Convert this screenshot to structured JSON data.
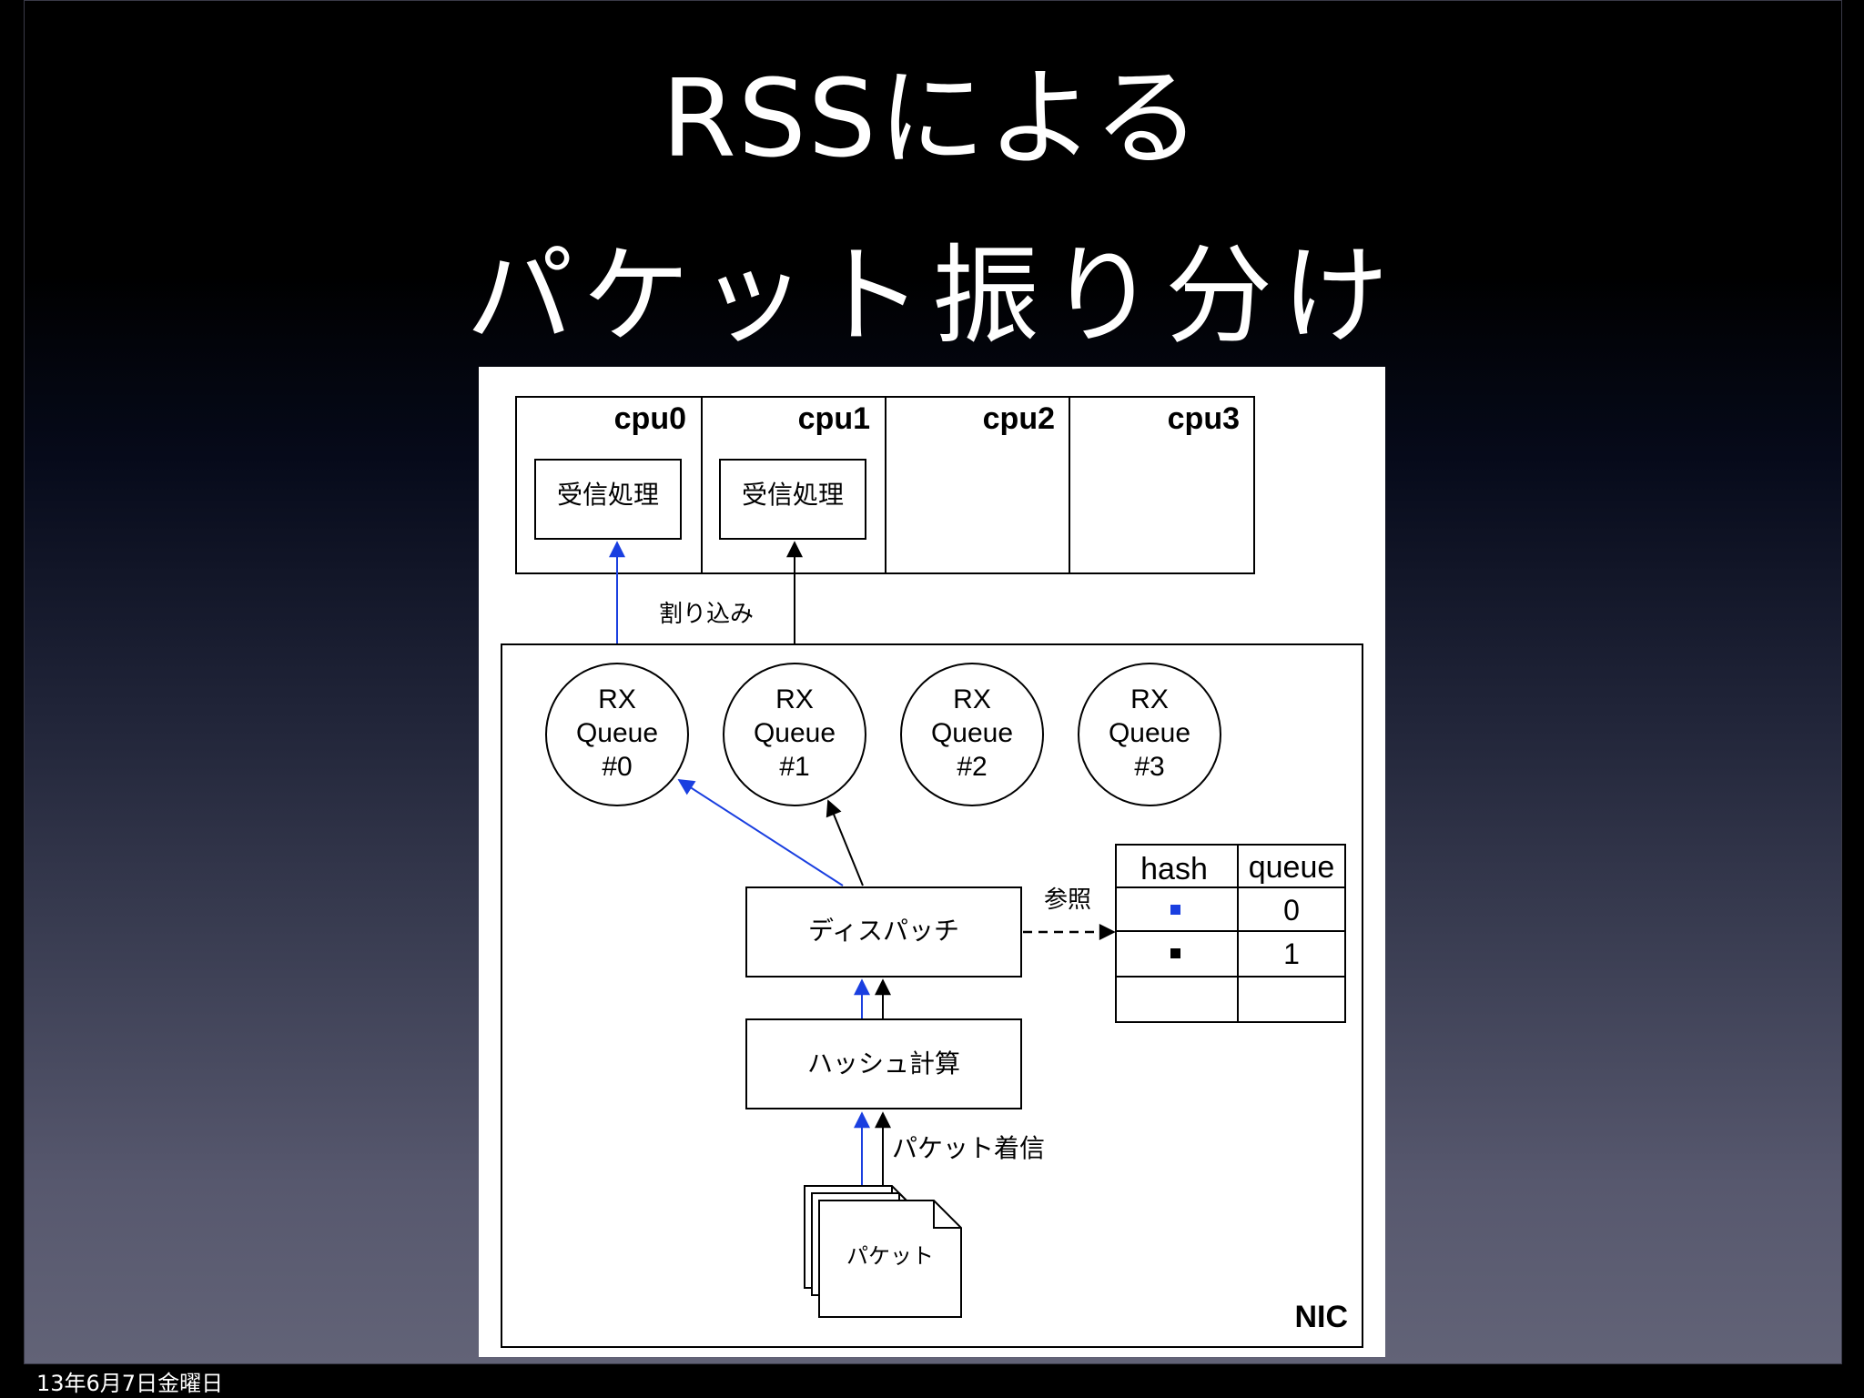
{
  "slide": {
    "title_line1": "RSSによる",
    "title_line2": "パケット振り分け",
    "footer_date": "13年6月7日金曜日"
  },
  "diagram": {
    "cpus": [
      {
        "label": "cpu0",
        "task": "受信処理"
      },
      {
        "label": "cpu1",
        "task": "受信処理"
      },
      {
        "label": "cpu2",
        "task": ""
      },
      {
        "label": "cpu3",
        "task": ""
      }
    ],
    "interrupt_label": "割り込み",
    "rx_queues": [
      {
        "line1": "RX",
        "line2": "Queue",
        "line3": "#0"
      },
      {
        "line1": "RX",
        "line2": "Queue",
        "line3": "#1"
      },
      {
        "line1": "RX",
        "line2": "Queue",
        "line3": "#2"
      },
      {
        "line1": "RX",
        "line2": "Queue",
        "line3": "#3"
      }
    ],
    "dispatch_label": "ディスパッチ",
    "hash_calc_label": "ハッシュ計算",
    "reference_label": "参照",
    "packet_arrival_label": "パケット着信",
    "packet_label": "パケット",
    "nic_label": "NIC",
    "table": {
      "headers": [
        "hash",
        "queue"
      ],
      "rows": [
        {
          "marker_color": "#1a3fe0",
          "queue": "0"
        },
        {
          "marker_color": "#000000",
          "queue": "1"
        },
        {
          "marker_color": "",
          "queue": ""
        }
      ]
    },
    "colors": {
      "blue_path": "#1a3fe0",
      "black_path": "#000000"
    }
  }
}
